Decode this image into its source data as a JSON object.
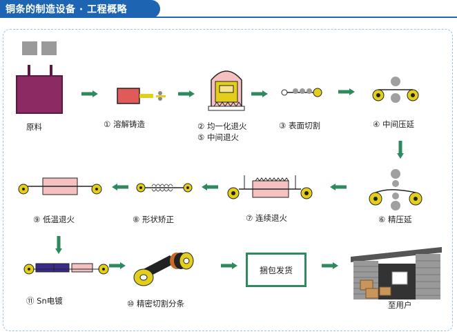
{
  "header": {
    "title": "铜条的制造设备 · 工程概略"
  },
  "colors": {
    "header": "#1d64b3",
    "arrow": "#2e8a5e",
    "coil": "#e3cf1b",
    "raw": "#8b2a63",
    "furnace": "#e88f8f"
  },
  "steps": {
    "raw": "原料",
    "s1": "① 溶解铸造",
    "s2": "②  均一化退火",
    "s5": "⑤ 中间退火",
    "s3": "③ 表面切割",
    "s4": "④ 中间压延",
    "s6": "⑥  精压延",
    "s7": "⑦ 连续退火",
    "s8": "⑧ 形状矫正",
    "s9": "⑨ 低温退火",
    "s11": "⑪ Sn电镀",
    "s10": "⑩ 精密切割分条",
    "ship": "捆包发货",
    "user": "至用户"
  }
}
